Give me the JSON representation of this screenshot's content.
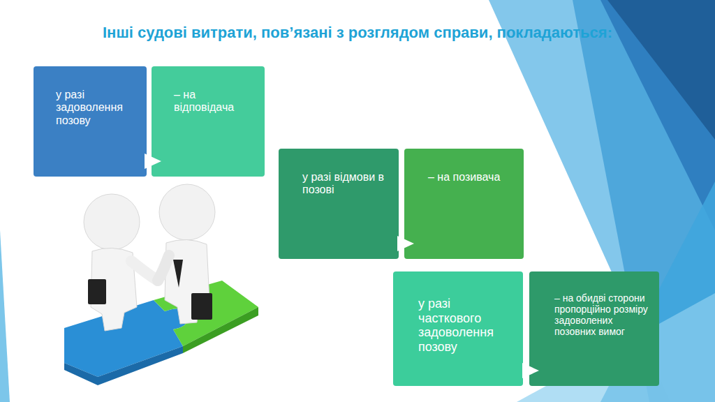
{
  "diagram": {
    "title": "Інші судові витрати, пов’язані з розглядом справи, покладаються:",
    "nodes": [
      {
        "text": [
          "у разі задоволення позову"
        ]
      },
      {
        "text": [
          "– на відповідача"
        ]
      },
      {
        "text": [
          "у разі відмови в позові"
        ]
      },
      {
        "text": [
          "– на позивача"
        ]
      },
      {
        "text": [
          "у разі часткового задоволення позову"
        ]
      },
      {
        "text": [
          "– на обидві сторони пропорційно розміру задоволених позовних вимог"
        ]
      }
    ],
    "edges": [
      {
        "from": 0,
        "to": 1,
        "arrow": "to"
      },
      {
        "from": 2,
        "to": 3,
        "arrow": "to"
      },
      {
        "from": 4,
        "to": 5,
        "arrow": "to"
      }
    ]
  }
}
